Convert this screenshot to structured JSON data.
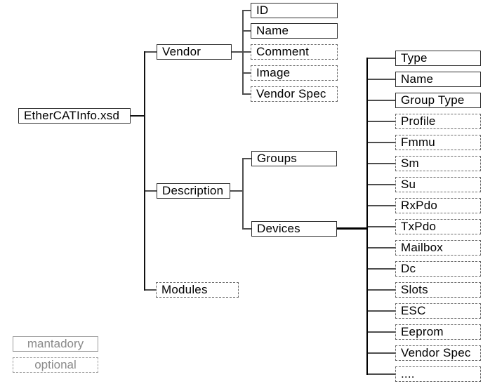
{
  "tree": {
    "root": {
      "label": "EtherCATInfo.xsd",
      "style": "mandatory"
    },
    "level1": [
      {
        "label": "Vendor",
        "style": "mandatory"
      },
      {
        "label": "Description",
        "style": "mandatory"
      },
      {
        "label": "Modules",
        "style": "optional"
      }
    ],
    "vendor_children": [
      {
        "label": "ID",
        "style": "mandatory"
      },
      {
        "label": "Name",
        "style": "mandatory"
      },
      {
        "label": "Comment",
        "style": "optional"
      },
      {
        "label": "Image",
        "style": "optional"
      },
      {
        "label": "Vendor Spec",
        "style": "optional"
      }
    ],
    "description_children": [
      {
        "label": "Groups",
        "style": "mandatory"
      },
      {
        "label": "Devices",
        "style": "mandatory"
      }
    ],
    "devices_children": [
      {
        "label": "Type",
        "style": "mandatory"
      },
      {
        "label": "Name",
        "style": "mandatory"
      },
      {
        "label": "Group Type",
        "style": "mandatory"
      },
      {
        "label": "Profile",
        "style": "optional"
      },
      {
        "label": "Fmmu",
        "style": "optional"
      },
      {
        "label": "Sm",
        "style": "optional"
      },
      {
        "label": "Su",
        "style": "optional"
      },
      {
        "label": "RxPdo",
        "style": "optional"
      },
      {
        "label": "TxPdo",
        "style": "optional"
      },
      {
        "label": "Mailbox",
        "style": "optional"
      },
      {
        "label": "Dc",
        "style": "optional"
      },
      {
        "label": "Slots",
        "style": "optional"
      },
      {
        "label": "ESC",
        "style": "optional"
      },
      {
        "label": "Eeprom",
        "style": "optional"
      },
      {
        "label": "Vendor Spec",
        "style": "optional"
      },
      {
        "label": "....",
        "style": "optional"
      }
    ],
    "legend": [
      {
        "label": "mantadory",
        "style": "mandatory"
      },
      {
        "label": "optional",
        "style": "optional"
      }
    ],
    "colors": {
      "background": "#ffffff",
      "text": "#000000",
      "solid_border": "#2f2f2f",
      "dashed_border": "#686868",
      "connector_line": "#4e4e4e",
      "trunk_line": "#111111",
      "thick_line": "#000000",
      "legend_border": "#9b9b9b",
      "legend_text": "#8b8b8b"
    }
  }
}
